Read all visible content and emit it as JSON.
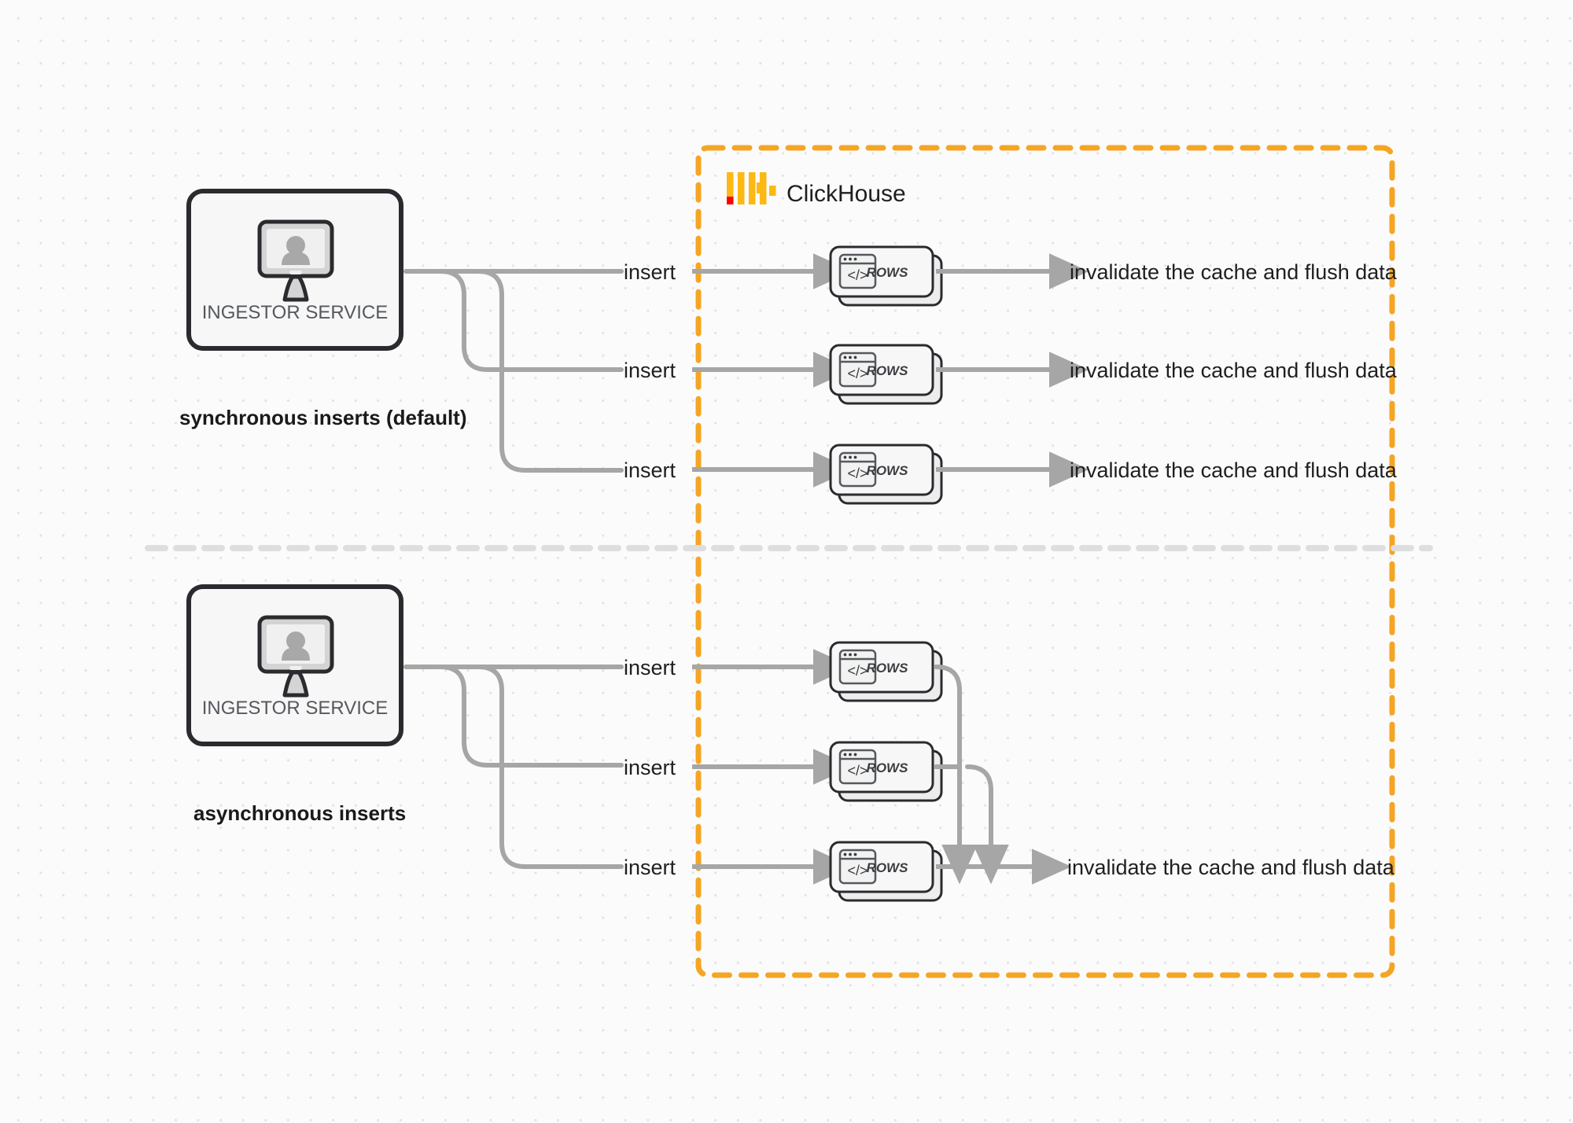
{
  "diagram": {
    "title": "ClickHouse synchronous vs asynchronous inserts",
    "background": "#fbfbfb",
    "dot_color": "#e4e2e2",
    "colors": {
      "accent_orange": "#f5a524",
      "logo_orange": "#fcb813",
      "logo_red": "#ff0000",
      "connector_gray": "#a6a6a6",
      "box_border": "#2b2b2f",
      "box_fill": "#f7f7f8",
      "text_dark": "#1f1f1f",
      "text_muted": "#55585c",
      "divider_gray": "#e0e0e0"
    }
  },
  "boundary": {
    "label": "ClickHouse",
    "logo_name": "clickhouse-logo"
  },
  "sections": [
    {
      "id": "synchronous",
      "caption": "synchronous inserts (default)",
      "service": {
        "label": "INGESTOR SERVICE",
        "icon": "monitor-user-icon"
      },
      "rows": [
        {
          "insert_label": "insert",
          "card_label": "ROWS",
          "result_label": "invalidate the cache and flush data"
        },
        {
          "insert_label": "insert",
          "card_label": "ROWS",
          "result_label": "invalidate the cache and flush data"
        },
        {
          "insert_label": "insert",
          "card_label": "ROWS",
          "result_label": "invalidate the cache and flush data"
        }
      ]
    },
    {
      "id": "asynchronous",
      "caption": "asynchronous inserts",
      "service": {
        "label": "INGESTOR SERVICE",
        "icon": "monitor-user-icon"
      },
      "rows": [
        {
          "insert_label": "insert",
          "card_label": "ROWS",
          "result_label": ""
        },
        {
          "insert_label": "insert",
          "card_label": "ROWS",
          "result_label": ""
        },
        {
          "insert_label": "insert",
          "card_label": "ROWS",
          "result_label": "invalidate the cache and flush data"
        }
      ]
    }
  ]
}
